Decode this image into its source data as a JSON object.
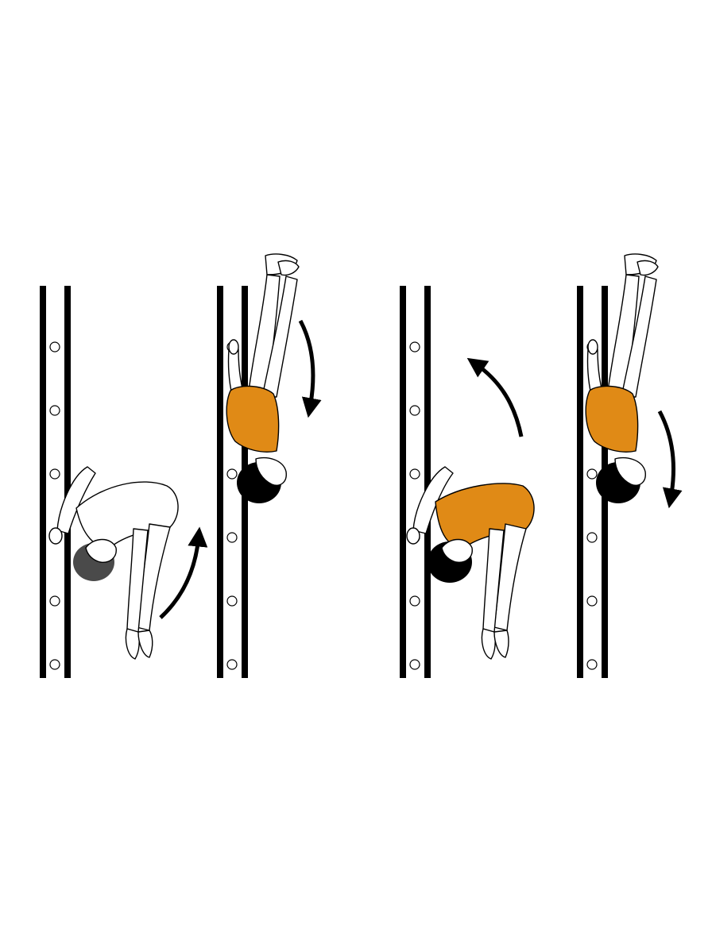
{
  "colors": {
    "background": "#ffffff",
    "ink": "#000000",
    "highlight": "#e08a16",
    "shadow_hair": "#4a4a4a"
  },
  "panels": [
    {
      "pose": "pike-hang-legs-forward",
      "highlight": false,
      "arrow": "up"
    },
    {
      "pose": "inverted-hang-legs-up",
      "highlight": true,
      "arrow": "down"
    },
    {
      "pose": "pike-hang-legs-forward",
      "highlight": true,
      "arrow": "up"
    },
    {
      "pose": "inverted-hang-legs-up",
      "highlight": true,
      "arrow": "down"
    }
  ]
}
